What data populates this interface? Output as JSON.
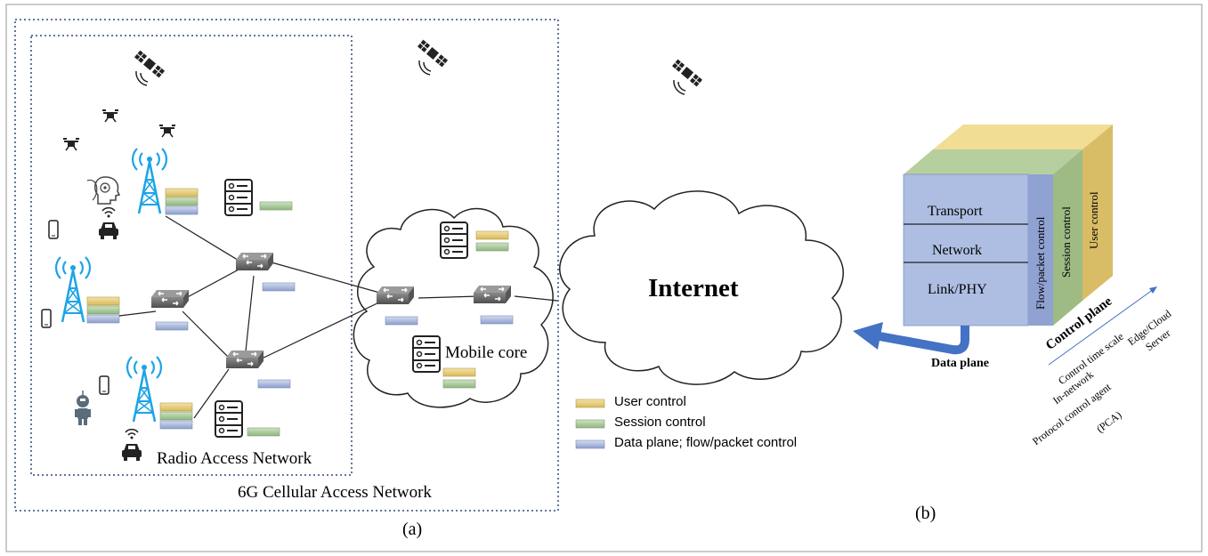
{
  "panel_a": {
    "ran_label": "Radio Access Network",
    "access_label": "6G Cellular Access Network",
    "core_label": "Mobile core",
    "internet_label": "Internet",
    "caption": "(a)"
  },
  "legend": {
    "items": [
      {
        "label": "User control",
        "color": "#e6cd7a"
      },
      {
        "label": "Session control",
        "color": "#a9c99a"
      },
      {
        "label": "Data plane; flow/packet control",
        "color": "#a9b7d9"
      }
    ]
  },
  "panel_b": {
    "layers": [
      "Transport",
      "Network",
      "Link/PHY"
    ],
    "side_labels": [
      "Flow/packet control",
      "Session control",
      "User control"
    ],
    "control_plane_label": "Control plane",
    "data_plane_label": "Data plane",
    "axis_labels": [
      "Control time scale",
      "In-network",
      "Protocol control agent",
      "(PCA)",
      "Edge/Cloud",
      "Server"
    ],
    "caption": "(b)"
  },
  "colors": {
    "user": "#e6cd7a",
    "session": "#a9c99a",
    "data": "#a9b7d9",
    "tower": "#1ba4e6",
    "switch": "#6f6f6f",
    "arrow": "#4472c4",
    "border": "#2e4a7a"
  },
  "icons": [
    "satellite-icon",
    "drone-icon",
    "cell-tower-icon",
    "smartphone-icon",
    "car-icon",
    "robot-icon",
    "head-icon",
    "server-icon",
    "network-switch-icon",
    "cloud-icon"
  ]
}
